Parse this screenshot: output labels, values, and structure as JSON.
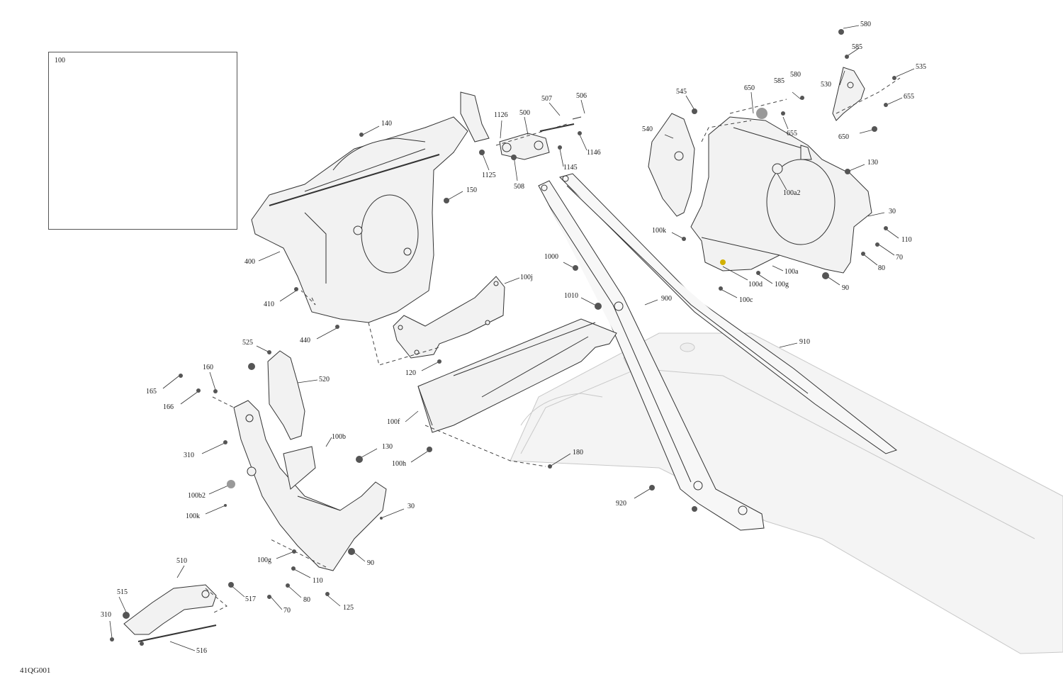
{
  "inset": {
    "label": "100"
  },
  "drawing_code": "41QG001",
  "callouts": {
    "c580a": "580",
    "c585a": "585",
    "c535": "535",
    "c530": "530",
    "c655a": "655",
    "c650a": "650",
    "c585b": "585",
    "c580b": "580",
    "c545": "545",
    "c650b": "650",
    "c655b": "655",
    "c540": "540",
    "c130a": "130",
    "c100a2": "100a2",
    "c30a": "30",
    "c100k_a": "100k",
    "c110a": "110",
    "c70a": "70",
    "c80a": "80",
    "c90a": "90",
    "c100a": "100a",
    "c100d": "100d",
    "c100g_a": "100g",
    "c100c": "100c",
    "c140": "140",
    "c1126": "1126",
    "c500": "500",
    "c507": "507",
    "c506": "506",
    "c1146": "1146",
    "c1125": "1125",
    "c1145": "1145",
    "c508": "508",
    "c150": "150",
    "c400": "400",
    "c410": "410",
    "c440": "440",
    "c100j": "100j",
    "c1000": "1000",
    "c1010": "1010",
    "c900": "900",
    "c910": "910",
    "c120": "120",
    "c100f": "100f",
    "c100h": "100h",
    "c180": "180",
    "c525": "525",
    "c520": "520",
    "c160": "160",
    "c165": "165",
    "c166": "166",
    "c310a": "310",
    "c100b": "100b",
    "c130b": "130",
    "c100b2": "100b2",
    "c100k_b": "100k",
    "c30b": "30",
    "c920": "920",
    "c100g_b": "100g",
    "c90b": "90",
    "c110b": "110",
    "c80b": "80",
    "c70b": "70",
    "c125": "125",
    "c510": "510",
    "c515": "515",
    "c517": "517",
    "c310b": "310",
    "c516": "516"
  }
}
